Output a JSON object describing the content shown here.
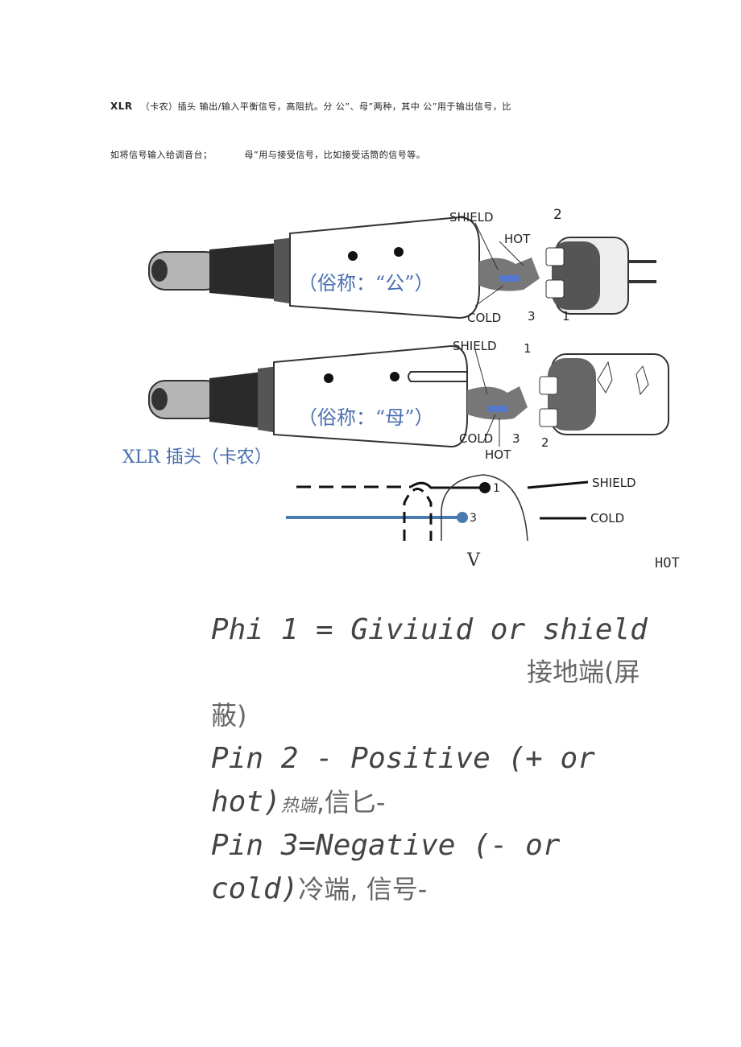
{
  "intro": {
    "xlr": "XLR",
    "line1": "（卡农）插头  输出/输入平衡信号，高阻抗。分  公”、母”两种，其中  公”用于输出信号，比",
    "line2a": "如将信号输入给调音台；",
    "line2b": "母”用与接受信号，比如接受话筒的信号等。"
  },
  "figure": {
    "male_label": "（俗称：“公”）",
    "female_label": "（俗称：“母”）",
    "caption": "XLR 插头（卡农）",
    "shield": "SHIELD",
    "hot": "HOT",
    "cold": "COLD",
    "n1": "1",
    "n2": "2",
    "n3": "3",
    "diag_shield": "SHIELD",
    "diag_cold": "COLD",
    "diag_1": "1",
    "diag_3": "3"
  },
  "below_figure": {
    "v": "V",
    "hot": "HOT"
  },
  "pins": {
    "pin1_en": "Phi 1 = Giviuid or shield",
    "pin1_cn_a": "接地端(屏",
    "pin1_cn_b": "蔽)",
    "pin2_en": "Pin 2 - Positive (+ or",
    "pin2_en_b": "hot)",
    "pin2_cn_small": "热端",
    "pin2_cn": ",信匕-",
    "pin3_en": "Pin 3=Negative (- or",
    "pin3_en_b": "cold)",
    "pin3_cn": "冷端, 信号-"
  }
}
